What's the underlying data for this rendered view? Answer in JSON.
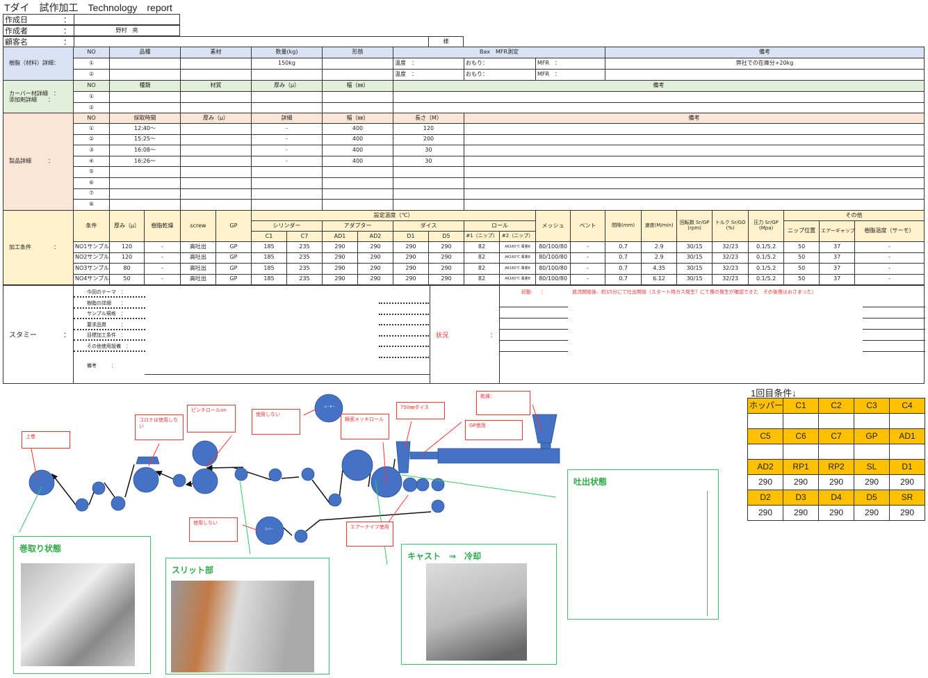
{
  "title": "Tダイ　試作加工　Technology　report",
  "header": {
    "created_date_label": "作成日",
    "created_by_label": "作成者",
    "created_by": "野村　亮",
    "customer_label": "顧客名",
    "customer_suffix": "様",
    "colon": "："
  },
  "resin": {
    "label": "樹脂（材料）詳細：",
    "headers": [
      "NO",
      "品種",
      "素材",
      "数量(kg)",
      "形態",
      "Bax　MFR測定",
      "備考"
    ],
    "rows": [
      {
        "no": "①",
        "qty": "150kg",
        "temp": "温度　：",
        "weight": "おもり：",
        "mfr": "MFR　：",
        "note": "弊社での在庫分+20kg"
      },
      {
        "no": "②",
        "qty": "",
        "temp": "温度　：",
        "weight": "おもり：",
        "mfr": "MFR　：",
        "note": ""
      }
    ]
  },
  "cover": {
    "label1": "カーバー材詳細　：",
    "label2": "添加剤詳細　　：",
    "headers": [
      "NO",
      "種類",
      "材質",
      "厚み（μ）",
      "幅（㎜）",
      "備考"
    ],
    "rows": [
      "①",
      "②"
    ]
  },
  "product": {
    "label": "製品詳細　　　：",
    "headers": [
      "NO",
      "採取時間",
      "厚み（μ）",
      "詳細",
      "幅（㎜）",
      "長さ（M）",
      "備考"
    ],
    "rows": [
      [
        "①",
        "12:40～",
        "",
        "-",
        "400",
        "120",
        ""
      ],
      [
        "②",
        "15:25～",
        "",
        "-",
        "400",
        "200",
        ""
      ],
      [
        "③",
        "16:08～",
        "",
        "-",
        "400",
        "30",
        ""
      ],
      [
        "④",
        "16:26～",
        "",
        "-",
        "400",
        "30",
        ""
      ],
      [
        "⑤",
        "",
        "",
        "",
        "",
        "",
        ""
      ],
      [
        "⑥",
        "",
        "",
        "",
        "",
        "",
        ""
      ],
      [
        "⑦",
        "",
        "",
        "",
        "",
        "",
        ""
      ],
      [
        "⑧",
        "",
        "",
        "",
        "",
        "",
        ""
      ]
    ]
  },
  "process": {
    "label": "加工条件　　　　：",
    "set_temp": "設定温度（℃）",
    "other": "その他",
    "h": {
      "cond": "条件",
      "thick": "厚み（μ）",
      "dry": "樹脂乾燥",
      "screw": "screw",
      "gp": "GP",
      "cyl": "シリンダー",
      "adp": "アダプター",
      "die": "ダイス",
      "roll": "ロール",
      "mesh": "メッシュ",
      "vent": "ベント",
      "gap": "間隙(mm)",
      "speed": "速度(M/min)",
      "rpm": "回転数 Sr/GP (rpm)",
      "torque": "トルク Sr/GO (%)",
      "pressure": "圧力 Sr/GP (Mpa)",
      "nip": "ニップ位置",
      "airgap": "エアーギャップ",
      "resin_temp": "樹脂温度（サーモ）",
      "c1": "C1",
      "c7": "C7",
      "ad1": "AD1",
      "ad2": "AD2",
      "d1": "D1",
      "d5": "D5",
      "r1": "#1（ニップ）",
      "r2": "#2（ニップ）"
    },
    "rows": [
      [
        "NO1サンプル",
        "120",
        "-",
        "高吐出",
        "GP",
        "185",
        "235",
        "290",
        "290",
        "290",
        "290",
        "82",
        "AK160℃ 風量8",
        "80/100/80",
        "-",
        "0.7",
        "2.9",
        "30/15",
        "32/23",
        "0.1/5.2",
        "50",
        "37",
        "-"
      ],
      [
        "NO2サンプル",
        "120",
        "-",
        "高吐出",
        "GP",
        "185",
        "235",
        "290",
        "290",
        "290",
        "290",
        "82",
        "AK160℃ 風量8",
        "80/100/80",
        "-",
        "0.7",
        "2.9",
        "30/15",
        "32/23",
        "0.1/5.2",
        "50",
        "37",
        "-"
      ],
      [
        "NO3サンプル",
        "80",
        "-",
        "高吐出",
        "GP",
        "185",
        "235",
        "290",
        "290",
        "290",
        "290",
        "82",
        "AK160℃ 風量8",
        "80/100/80",
        "-",
        "0.7",
        "4.35",
        "30/15",
        "32/23",
        "0.1/5.2",
        "50",
        "37",
        "-"
      ],
      [
        "NO4サンプル",
        "50",
        "-",
        "高吐出",
        "GP",
        "185",
        "235",
        "290",
        "290",
        "290",
        "290",
        "82",
        "AK160℃ 風量8",
        "80/100/80",
        "-",
        "0.7",
        "6.12",
        "30/15",
        "32/23",
        "0.1/5.2",
        "50",
        "37",
        "-"
      ]
    ]
  },
  "stammy": {
    "label": "スタミー",
    "colon": "：",
    "items": [
      "今回のテーマ　：",
      "樹脂の詳細　　：",
      "サンプル規格　：",
      "要求品質　　　：",
      "目標加工条件　：",
      "その他使用設備　："
    ],
    "note_label": "備考　　　：",
    "status_label": "状況",
    "status_colon": "：",
    "initial_label": "初動　　：",
    "initial_text": "放流開始後、約15分にて吐出開始（スタート時ガス発生？にて煙の発生が確認できた　その後煙はおさまった）"
  },
  "diagram": {
    "callouts": [
      "上巻",
      "コロナは使用しない",
      "ピンチロールon",
      "使用しない",
      "鏡面メッキロール",
      "750㎜ダイス",
      "GP使用",
      "乾燥：",
      "使用しない",
      "エアーナイフ使用"
    ],
    "photo_boxes": [
      "巻取り状態",
      "スリット部",
      "キャスト　⇒　冷却",
      "吐出状態"
    ],
    "roll_labels": [
      "ルーター",
      "カバー"
    ]
  },
  "first_conditions": {
    "title": "1回目条件↓",
    "rows": [
      {
        "h": [
          "ホッパー",
          "C1",
          "C2",
          "C3",
          "C4"
        ],
        "v": [
          "",
          "",
          "",
          "",
          ""
        ]
      },
      {
        "h": [
          "C5",
          "C6",
          "C7",
          "GP",
          "AD1"
        ],
        "v": [
          "",
          "",
          "",
          "",
          ""
        ]
      },
      {
        "h": [
          "AD2",
          "RP1",
          "RP2",
          "SL",
          "D1"
        ],
        "v": [
          "290",
          "290",
          "290",
          "290",
          "290"
        ]
      },
      {
        "h": [
          "D2",
          "D3",
          "D4",
          "D5",
          "SR"
        ],
        "v": [
          "290",
          "290",
          "290",
          "290",
          "290"
        ]
      }
    ]
  },
  "colors": {
    "roll": "#4472c4",
    "callout": "#ff3333",
    "photo_frame": "#33cc66",
    "cond_header": "#ffc000"
  }
}
